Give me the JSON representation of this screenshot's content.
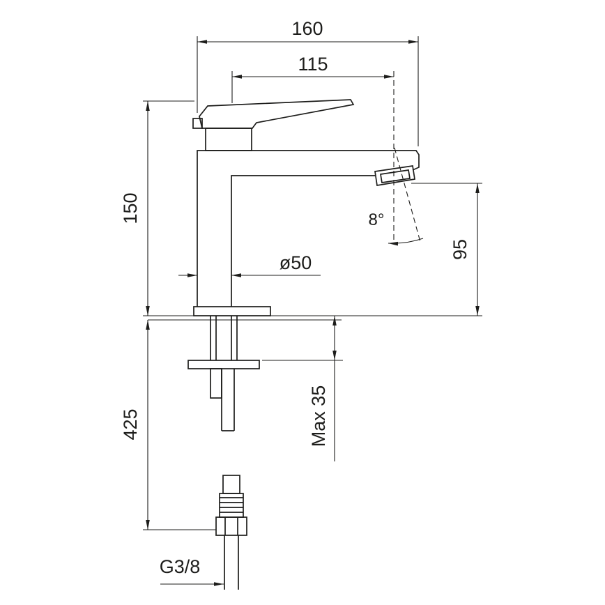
{
  "drawing": {
    "background": "#ffffff",
    "line_color": "#1d1d1b",
    "subject": "single-lever basin mixer faucet — side view installation drawing",
    "dimensions": {
      "overall_width": "160",
      "spout_reach": "115",
      "body_height": "150",
      "outlet_height": "95",
      "outlet_angle": "8°",
      "body_diameter": "ø50",
      "under_counter_length": "425",
      "max_deck_thickness": "Max 35",
      "thread": "G3/8"
    }
  }
}
